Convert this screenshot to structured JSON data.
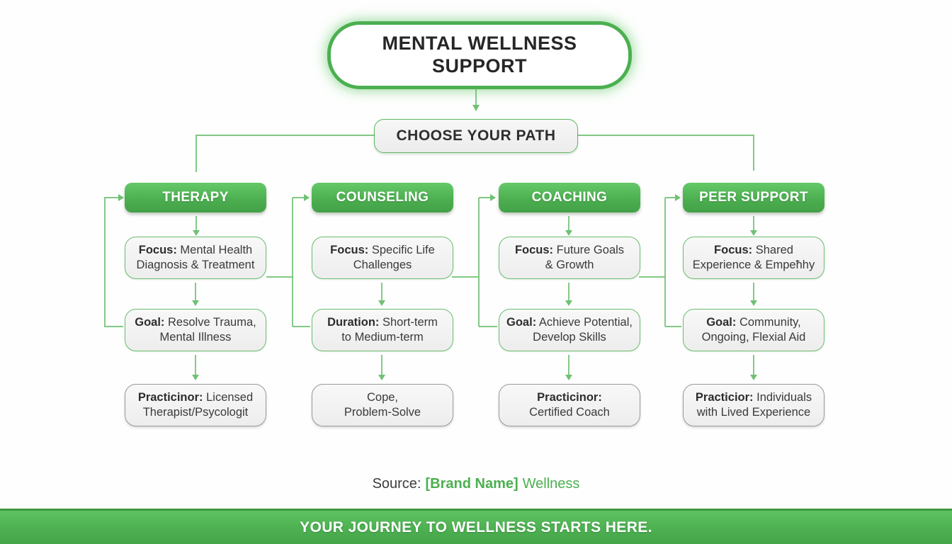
{
  "title": {
    "line1": "MENTAL WELLNESS",
    "line2": "SUPPORT"
  },
  "choose_path_label": "CHOOSE YOUR PATH",
  "columns": [
    {
      "header": "THERAPY",
      "boxes": [
        {
          "prefix": "Focus:",
          "line1": "Mental Health",
          "line2": "Diagnosis & Treatment",
          "style": "green"
        },
        {
          "prefix": "Goal:",
          "line1": "Resolve Trauma,",
          "line2": "Mental Illness",
          "style": "green"
        },
        {
          "prefix": "Practicinor:",
          "line1": "Licensed",
          "line2": "Therapist/Psycologit",
          "style": "gray"
        }
      ]
    },
    {
      "header": "COUNSELING",
      "boxes": [
        {
          "prefix": "Focus:",
          "line1": "Specific Life",
          "line2": "Challenges",
          "style": "green"
        },
        {
          "prefix": "Duration:",
          "line1": "Short-term",
          "line2": "to Medium-term",
          "style": "green"
        },
        {
          "prefix": "",
          "line1": "Cope,",
          "line2": "Problem-Solve",
          "style": "gray"
        }
      ]
    },
    {
      "header": "COACHING",
      "boxes": [
        {
          "prefix": "Focus:",
          "line1": "Future Goals",
          "line2": "& Growth",
          "style": "green"
        },
        {
          "prefix": "Goal:",
          "line1": "Achieve Potential,",
          "line2": "Develop Skills",
          "style": "green"
        },
        {
          "prefix": "Practicinor:",
          "line1": "",
          "line2": "Certified Coach",
          "style": "gray"
        }
      ]
    },
    {
      "header": "PEER SUPPORT",
      "boxes": [
        {
          "prefix": "Focus:",
          "line1": "Shared",
          "line2": "Experience & Empeħhy",
          "style": "green"
        },
        {
          "prefix": "Goal:",
          "line1": "Community,",
          "line2": "Ongoing, Flexial Aid",
          "style": "green"
        },
        {
          "prefix": "Practicior:",
          "line1": "Individuals",
          "line2": "with Lived Experience",
          "style": "gray"
        }
      ]
    }
  ],
  "source": {
    "label": "Source:",
    "brand": "[Brand Name]",
    "suffix": "Wellness"
  },
  "footer_banner": "YOUR JOURNEY TO WELLNESS STARTS HERE.",
  "colors": {
    "accent_green": "#4caf50",
    "connector_green": "#70c074",
    "header_gradient_top": "#65c869",
    "header_gradient_bottom": "#43a047",
    "footer_green": "#4db051",
    "node_background": "#f2f2f2",
    "gray_border": "#9a9a9a",
    "text_dark": "#333333"
  }
}
